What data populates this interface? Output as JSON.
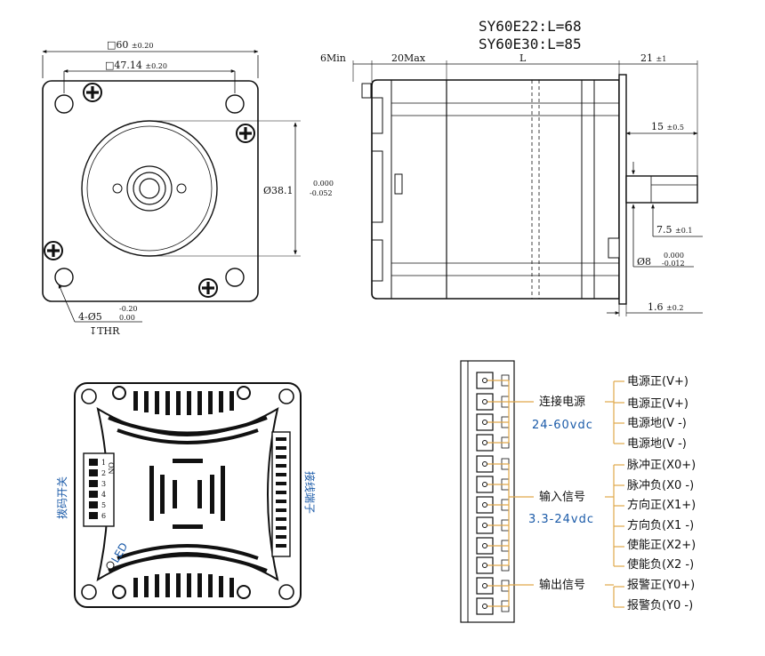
{
  "models": [
    "SY60E22:L=68",
    "SY60E30:L=85"
  ],
  "front_view": {
    "dims": {
      "outer": "□60",
      "outer_tol": "±0.20",
      "hole_spacing": "□47.14",
      "hole_spacing_tol": "±0.20",
      "pilot_dia": "Ø38.1",
      "pilot_tol_upper": "0.000",
      "pilot_tol_lower": "-0.052",
      "holes": "4-Ø5",
      "holes_tol_upper": "-0.20",
      "holes_tol_lower": "0.00",
      "holes_depth": "↧THR"
    }
  },
  "side_view": {
    "dims": {
      "six_min": "6Min",
      "twenty_max": "20Max",
      "length": "L",
      "shaft_len": "21",
      "shaft_len_tol": "±1",
      "flat_len": "15",
      "flat_len_tol": "±0.5",
      "flat_depth": "7.5",
      "flat_depth_tol": "±0.1",
      "shaft_dia": "Ø8",
      "shaft_tol_upper": "0.000",
      "shaft_tol_lower": "-0.012",
      "flange": "1.6",
      "flange_tol": "±0.2"
    }
  },
  "rear_view": {
    "dip_switch_label": "拨码开关",
    "terminal_label": "接线端子",
    "led_label": "LED",
    "on_label": "ON",
    "dip_numbers": [
      "1",
      "2",
      "3",
      "4",
      "5",
      "6"
    ]
  },
  "wiring": {
    "groups": [
      {
        "name": "连接电源",
        "voltage": "24-60vdc",
        "pins": [
          "电源正(V+)",
          "电源正(V+)",
          "电源地(V -)",
          "电源地(V -)"
        ]
      },
      {
        "name": "输入信号",
        "voltage": "3.3-24vdc",
        "pins": [
          "脉冲正(X0+)",
          "脉冲负(X0 -)",
          "方向正(X1+)",
          "方向负(X1 -)",
          "使能正(X2+)",
          "使能负(X2 -)"
        ]
      },
      {
        "name": "输出信号",
        "voltage": "",
        "pins": [
          "报警正(Y0+)",
          "报警负(Y0 -)"
        ]
      }
    ]
  },
  "colors": {
    "line": "#111111",
    "wire": "#e0a84a",
    "blue_text": "#1a5aa8"
  }
}
